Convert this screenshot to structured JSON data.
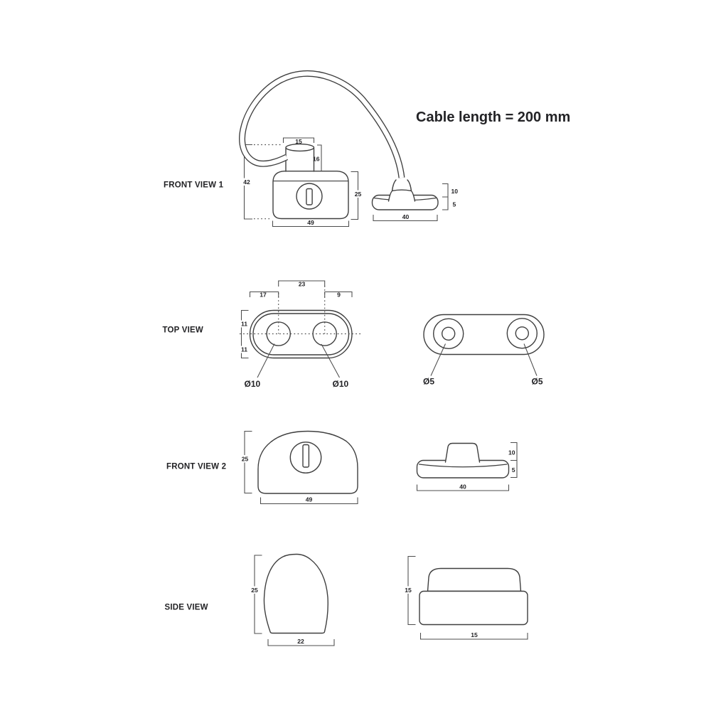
{
  "note": {
    "cable_length": "Cable length = 200 mm"
  },
  "views": {
    "front1": {
      "label": "FRONT VIEW 1",
      "dims": {
        "neck_width": "15",
        "neck_height": "16",
        "total_height": "42",
        "body_height": "25",
        "body_width": "49",
        "anchor_top_height": "10",
        "anchor_base_height": "5",
        "anchor_width": "40"
      }
    },
    "top": {
      "label": "TOP VIEW",
      "dims": {
        "hole_spacing": "23",
        "left_edge_to_hole": "17",
        "hole_to_right_edge": "9",
        "upper_half_height": "11",
        "lower_half_height": "11",
        "left_hole_diameter": "Ø10",
        "right_hole_diameter": "Ø10",
        "anchor_left_hole_diameter": "Ø5",
        "anchor_right_hole_diameter": "Ø5"
      }
    },
    "front2": {
      "label": "FRONT VIEW 2",
      "dims": {
        "body_height": "25",
        "body_width": "49",
        "anchor_top_height": "10",
        "anchor_base_height": "5",
        "anchor_width": "40"
      }
    },
    "side": {
      "label": "SIDE VIEW",
      "dims": {
        "body_height": "25",
        "body_width": "22",
        "anchor_height": "15",
        "anchor_width": "15"
      }
    }
  },
  "colors": {
    "line": "#3f3f3f",
    "dim_line": "#4c4c4c",
    "text": "#232326",
    "background": "#ffffff"
  }
}
